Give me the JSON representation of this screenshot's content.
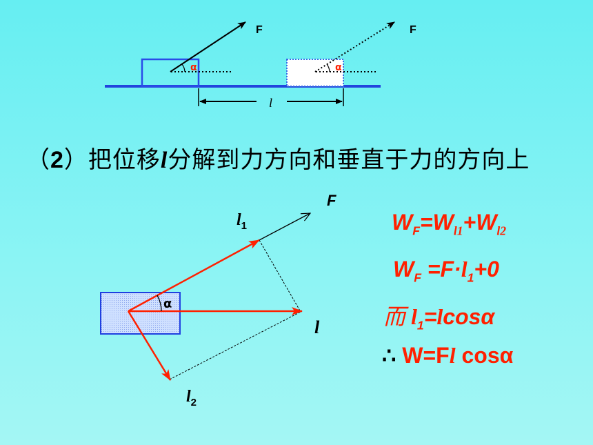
{
  "top_diagram": {
    "force_label_left": "F",
    "force_label_right": "F",
    "angle_label_left": "α",
    "angle_label_right": "α",
    "displacement_label": "l"
  },
  "heading": {
    "prefix": "（",
    "number": "2",
    "mid": "）把位移",
    "symbol": "l",
    "rest": "分解到力方向和垂直于力的方向上"
  },
  "bottom_diagram": {
    "force_label": "F",
    "l1_label": "l",
    "l1_sub": "1",
    "l2_label": "l",
    "l2_sub": "2",
    "l_label": "l",
    "angle_label": "α"
  },
  "equations": {
    "eq1": {
      "a": "W",
      "a_sub": "F",
      "eq": "=W",
      "b_sub": "l1",
      "plus": "+W",
      "c_sub": "l2"
    },
    "eq2": {
      "a": "W",
      "a_sub": "F",
      "rest": " =F·",
      "l": "l",
      "l_sub": "1",
      "tail": "+0"
    },
    "eq3": {
      "pre": "而 ",
      "l": "l",
      "l_sub": "1",
      "eq": "=",
      "l2": "l",
      "tail": "cosα"
    },
    "eq4": {
      "therefore": "∴",
      "a": " W=F",
      "l": "l",
      "tail": " cosα"
    }
  },
  "colors": {
    "accent": "#ff2000",
    "block_border": "#1f3fe0",
    "ground": "#2244dd"
  }
}
